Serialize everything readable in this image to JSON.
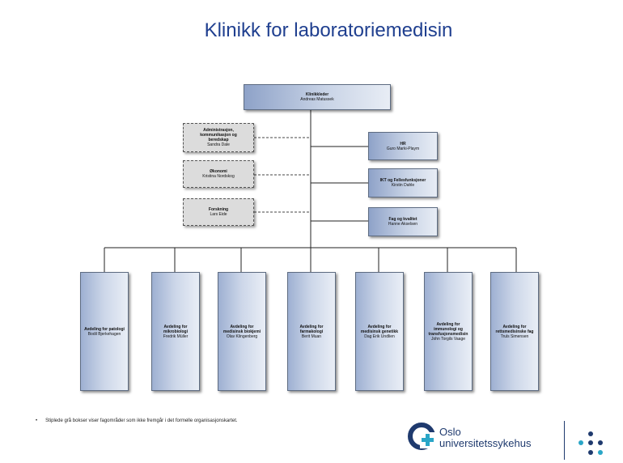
{
  "title": "Klinikk for laboratoriemedisin",
  "top": {
    "title": "Klinikkleder",
    "name": "Andreas Matussek"
  },
  "left_boxes": [
    {
      "title": "Administrasjon, kommunikasjon og beredskap",
      "name": "Sandra Dale"
    },
    {
      "title": "Økonomi",
      "name": "Kristina Nordskog"
    },
    {
      "title": "Forskning",
      "name": "Lars Eide"
    }
  ],
  "right_boxes": [
    {
      "title": "HR",
      "name": "Guro Marki-Playm"
    },
    {
      "title": "IKT og Fellesfunksjoner",
      "name": "Kirstin Dahle"
    },
    {
      "title": "Fag og kvalitet",
      "name": "Hanne Akselsen"
    }
  ],
  "departments": [
    {
      "title": "Avdeling for patologi",
      "name": "Bodil Bjerkehagen"
    },
    {
      "title": "Avdeling for mikrobiologi",
      "name": "Fredrik Müller"
    },
    {
      "title": "Avdeling for medisinsk biokjemi",
      "name": "Olav Klingenberg"
    },
    {
      "title": "Avdeling for farmakologi",
      "name": "Berit Muan"
    },
    {
      "title": "Avdeling for medisinsk genetikk",
      "name": "Dag Erik Undlien"
    },
    {
      "title": "Avdeling for immunologi og transfusjonsmedisin",
      "name": "John Torgils Vaage"
    },
    {
      "title": "Avdeling for rettsmedisinske fag",
      "name": "Truls Simensen"
    }
  ],
  "note": "Stiplede grå bokser viser fagområder som ikke fremgår i det formelle organisasjonskartet.",
  "logo": {
    "line1": "Oslo",
    "line2": "universitetssykehus"
  },
  "colors": {
    "title": "#1f3f8f",
    "box_border": "#5e6c82",
    "logo": "#1f3a6e",
    "logo_accent": "#2aa6c7"
  }
}
